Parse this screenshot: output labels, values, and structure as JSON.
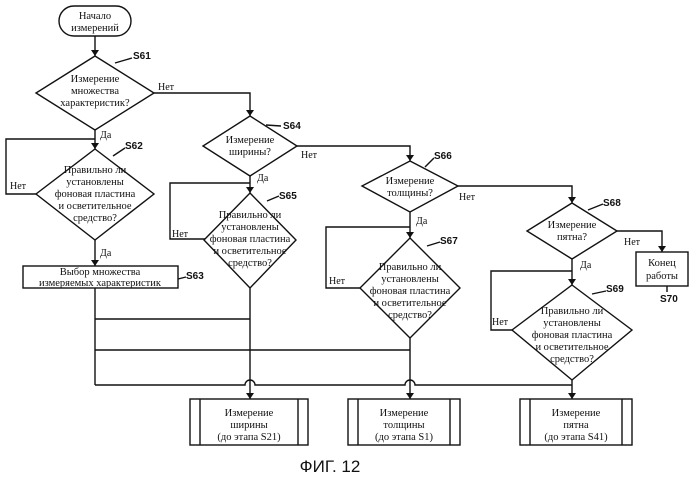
{
  "start": [
    "Начало",
    "измерений"
  ],
  "decisions": {
    "d61": [
      "Измерение",
      "множества",
      "характеристик?"
    ],
    "d62": [
      "Правильно ли",
      "установлены",
      "фоновая пластина",
      "и осветительное",
      "средство?"
    ],
    "d64": [
      "Измерение",
      "ширины?"
    ],
    "d65": [
      "Правильно ли",
      "установлены",
      "фоновая пластина",
      "и осветительное",
      "средство?"
    ],
    "d66": [
      "Измерение",
      "толщины?"
    ],
    "d67": [
      "Правильно ли",
      "установлены",
      "фоновая пластина",
      "и осветительное",
      "средство?"
    ],
    "d68": [
      "Измерение",
      "пятна?"
    ],
    "d69": [
      "Правильно ли",
      "установлены",
      "фоновая пластина",
      "и осветительное",
      "средство?"
    ]
  },
  "process": {
    "s63": [
      "Выбор множества",
      "измеряемых характеристик"
    ],
    "end": [
      "Конец",
      "работы"
    ]
  },
  "subprocesses": {
    "width": [
      "Измерение",
      "ширины",
      "(до этапа S21)"
    ],
    "thickness": [
      "Измерение",
      "толщины",
      "(до этапа S1)"
    ],
    "spot": [
      "Измерение",
      "пятна",
      "(до этапа S41)"
    ]
  },
  "step_tags": {
    "s61": "S61",
    "s62": "S62",
    "s63": "S63",
    "s64": "S64",
    "s65": "S65",
    "s66": "S66",
    "s67": "S67",
    "s68": "S68",
    "s69": "S69",
    "s70": "S70"
  },
  "branch": {
    "yes": "Да",
    "no": "Нет"
  },
  "caption": "ФИГ. 12"
}
